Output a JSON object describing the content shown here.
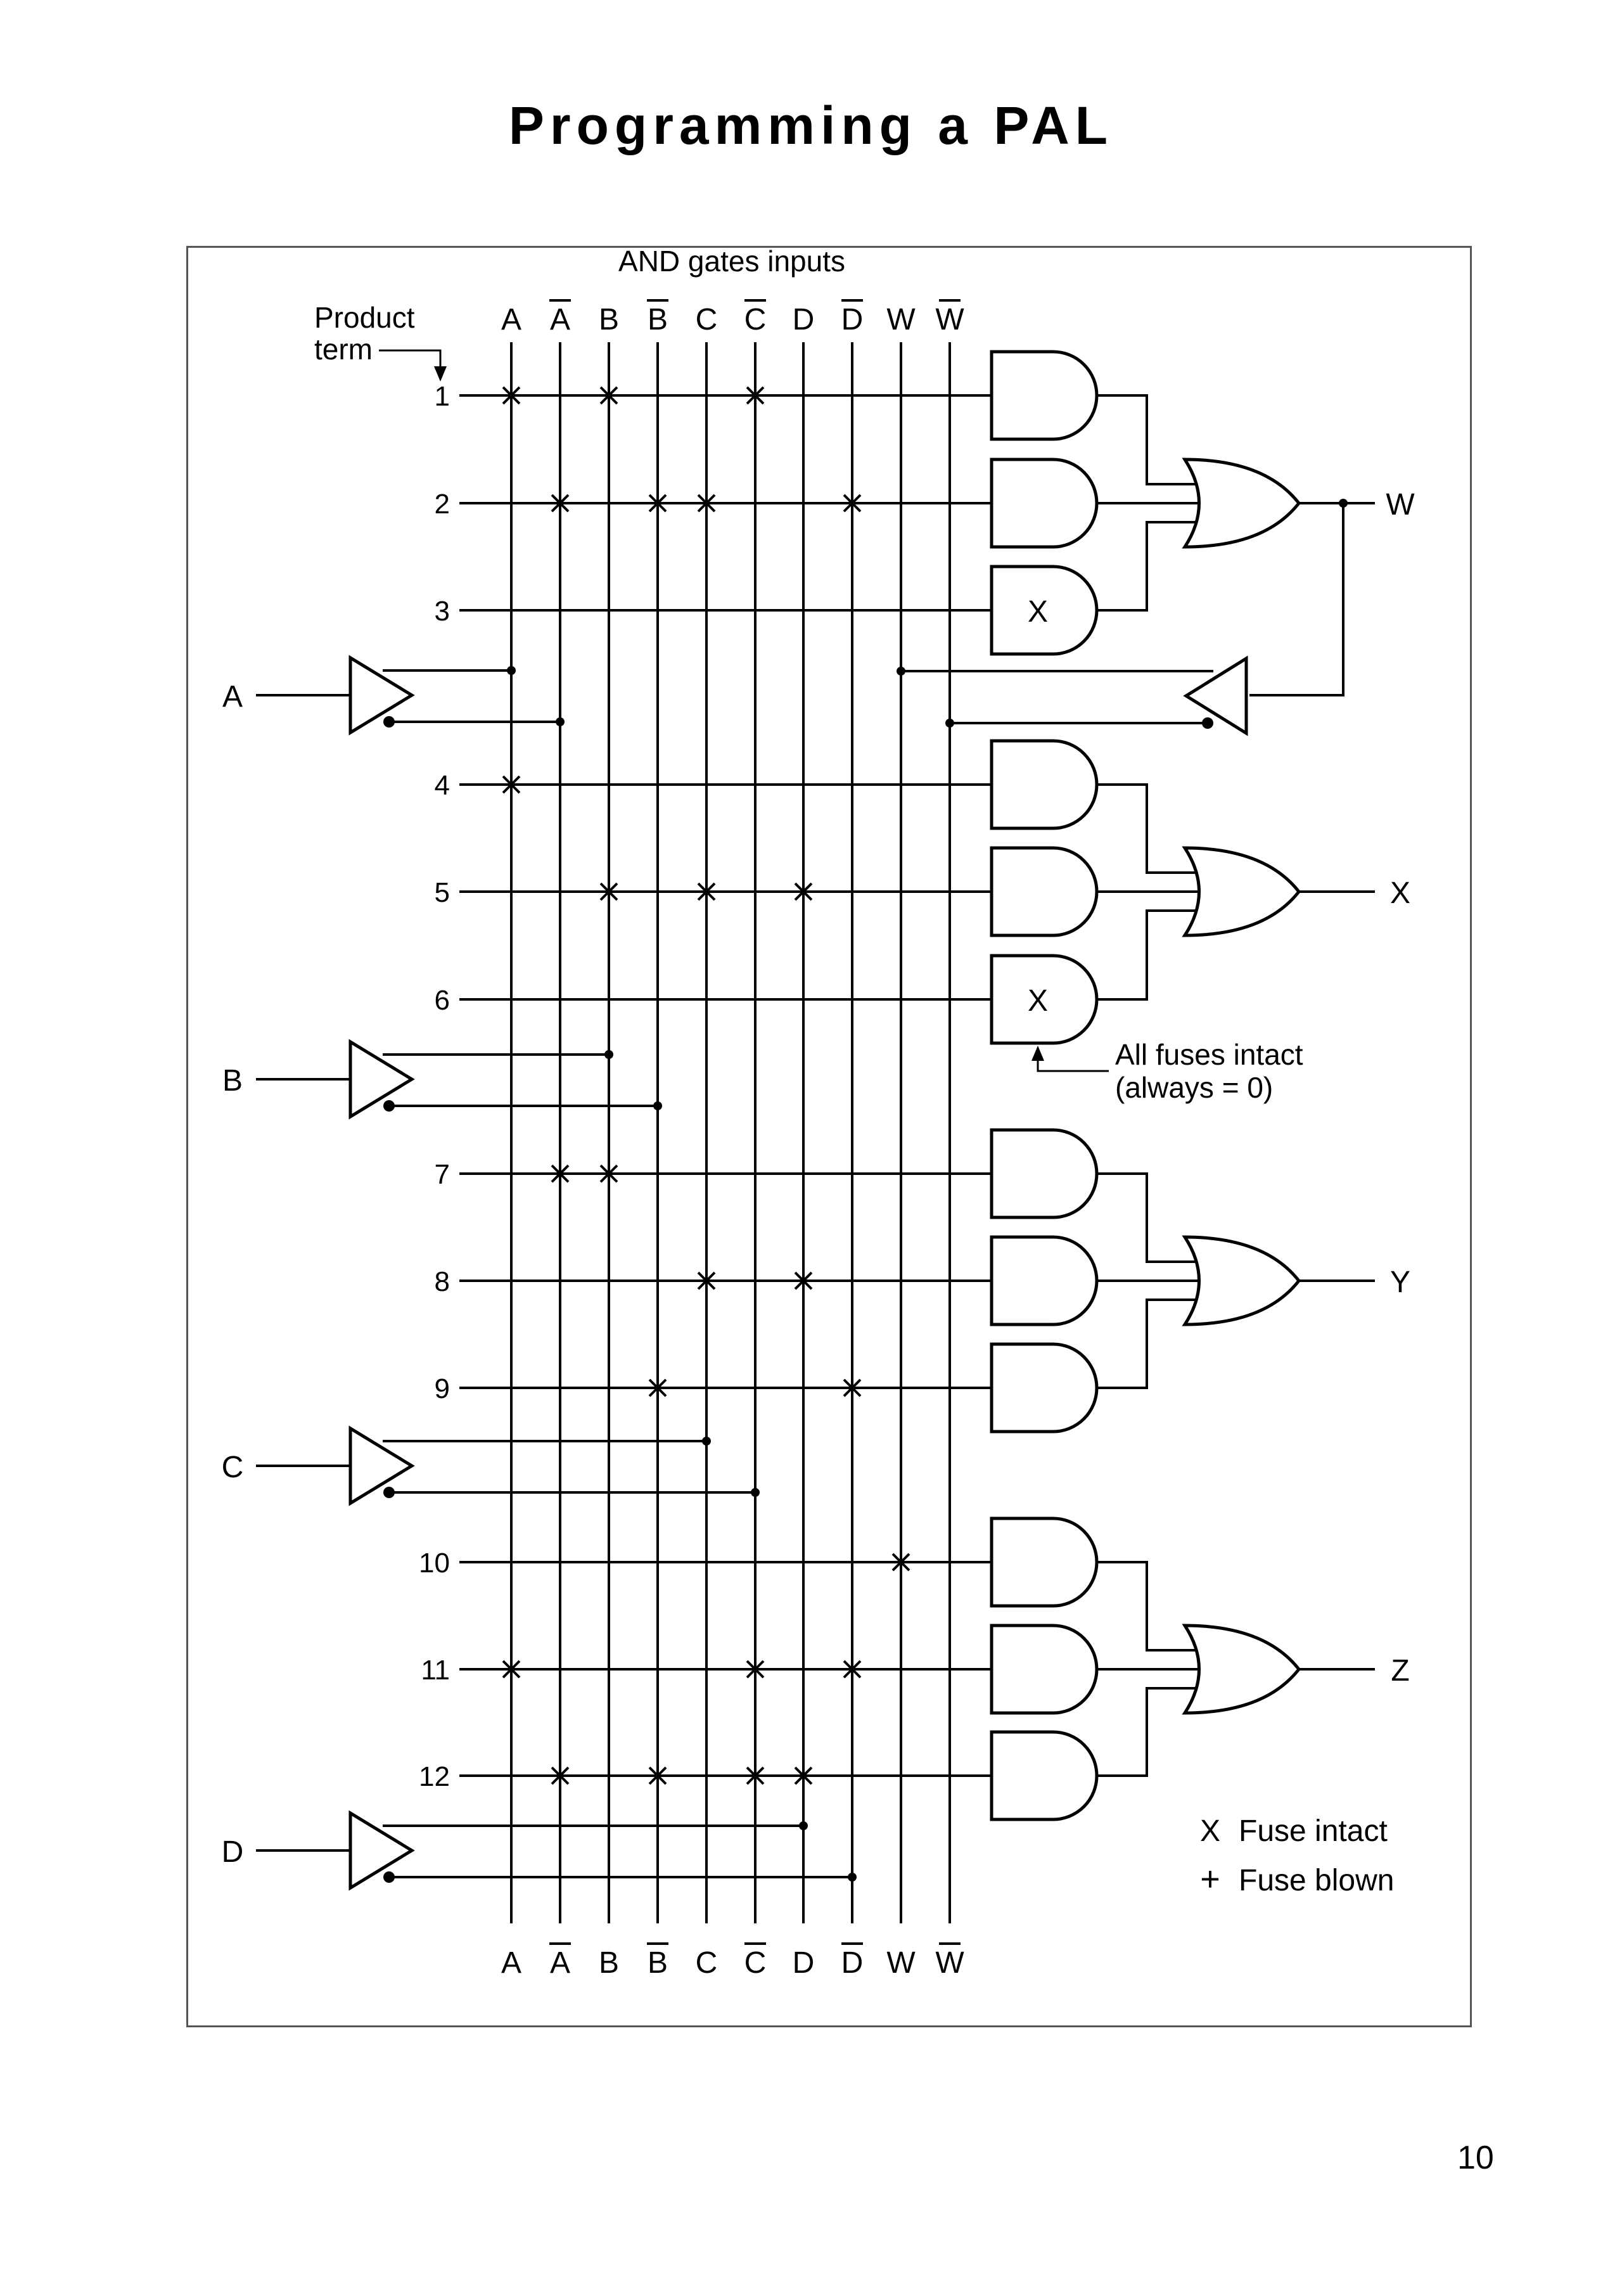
{
  "title": "Programming a PAL",
  "page_number": "10",
  "diagram": {
    "and_inputs_label": "AND gates inputs",
    "product_term_label": [
      "Product",
      "term"
    ],
    "columns": [
      {
        "letter": "A",
        "bar": false
      },
      {
        "letter": "A",
        "bar": true
      },
      {
        "letter": "B",
        "bar": false
      },
      {
        "letter": "B",
        "bar": true
      },
      {
        "letter": "C",
        "bar": false
      },
      {
        "letter": "C",
        "bar": true
      },
      {
        "letter": "D",
        "bar": false
      },
      {
        "letter": "D",
        "bar": true
      },
      {
        "letter": "W",
        "bar": false
      },
      {
        "letter": "W",
        "bar": true
      }
    ],
    "inputs": [
      "A",
      "B",
      "C",
      "D"
    ],
    "outputs": [
      "W",
      "X",
      "Y",
      "Z"
    ],
    "feedback_output": "W",
    "product_terms": [
      {
        "label": "1",
        "fuses": [
          0,
          2,
          5
        ],
        "all_intact": false
      },
      {
        "label": "2",
        "fuses": [
          1,
          3,
          4,
          7
        ],
        "all_intact": false
      },
      {
        "label": "3",
        "fuses": [],
        "all_intact": true
      },
      {
        "label": "4",
        "fuses": [
          0
        ],
        "all_intact": false
      },
      {
        "label": "5",
        "fuses": [
          2,
          4,
          6
        ],
        "all_intact": false
      },
      {
        "label": "6",
        "fuses": [],
        "all_intact": true
      },
      {
        "label": "7",
        "fuses": [
          1,
          2
        ],
        "all_intact": false
      },
      {
        "label": "8",
        "fuses": [
          4,
          6
        ],
        "all_intact": false
      },
      {
        "label": "9",
        "fuses": [
          3,
          7
        ],
        "all_intact": false
      },
      {
        "label": "10",
        "fuses": [
          8
        ],
        "all_intact": false
      },
      {
        "label": "11",
        "fuses": [
          0,
          5,
          7
        ],
        "all_intact": false
      },
      {
        "label": "12",
        "fuses": [
          1,
          3,
          5,
          6
        ],
        "all_intact": false
      }
    ],
    "and_gate_mark": "X",
    "annotation": [
      "All fuses intact",
      "(always = 0)"
    ],
    "legend": [
      {
        "symbol": "X",
        "label": "Fuse intact"
      },
      {
        "symbol": "+",
        "label": "Fuse blown"
      }
    ]
  }
}
